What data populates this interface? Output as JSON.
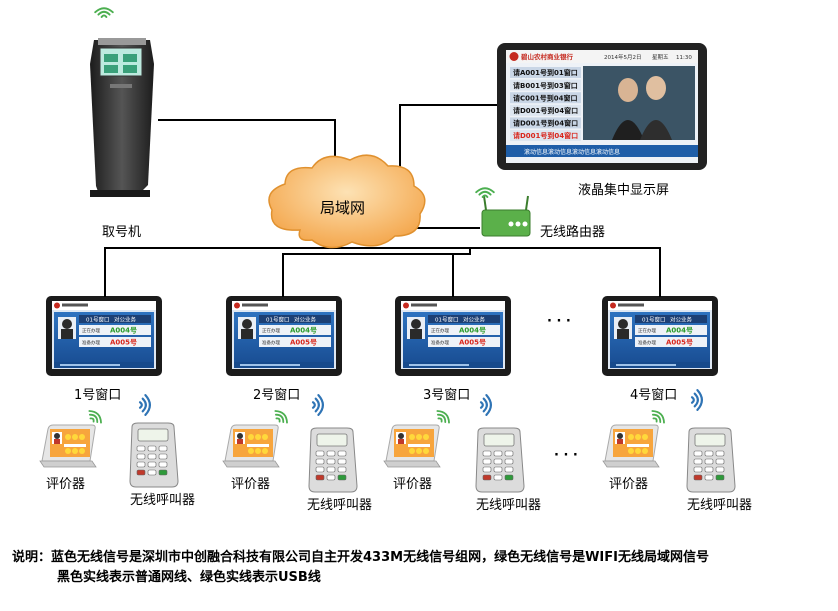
{
  "network_label": "局域网",
  "kiosk_label": "取号机",
  "display_label": "液晶集中显示屏",
  "router_label": "无线路由器",
  "display_screen": {
    "bank_name": "碧山农村商业银行",
    "date": "2014年5月2日",
    "weekday": "星期五",
    "time": "11:30",
    "queue_lines": [
      "请A001号到01窗口",
      "请B001号到03窗口",
      "请C001号到04窗口",
      "请D001号到04窗口",
      "请D001号到04窗口",
      "请D001号到04窗口"
    ],
    "ticker": "滚动信息滚动信息滚动信息滚动信息"
  },
  "window_screen": {
    "title": "01号窗口",
    "service": "对公业务",
    "row1_label": "正在办理",
    "row1_value": "A004号",
    "row2_label": "准备办理",
    "row2_value": "A005号"
  },
  "windows": [
    {
      "label": "1号窗口"
    },
    {
      "label": "2号窗口"
    },
    {
      "label": "3号窗口"
    },
    {
      "label": "4号窗口"
    }
  ],
  "ellipsis": "· · ·",
  "evaluator_label": "评价器",
  "pager_label": "无线呼叫器",
  "note_line1": "说明：蓝色无线信号是深圳市中创融合科技有限公司自主开发433M无线信号组网，绿色无线信号是WIFI无线局域网信号",
  "note_line2": "黑色实线表示普通网线、绿色实线表示USB线",
  "colors": {
    "screen_blue": "#1f5ea8",
    "cloud": "#f6b96a",
    "wifi_green": "#4caf50",
    "wifi_blue": "#2f74b5",
    "highlight_red": "#d9261c"
  }
}
